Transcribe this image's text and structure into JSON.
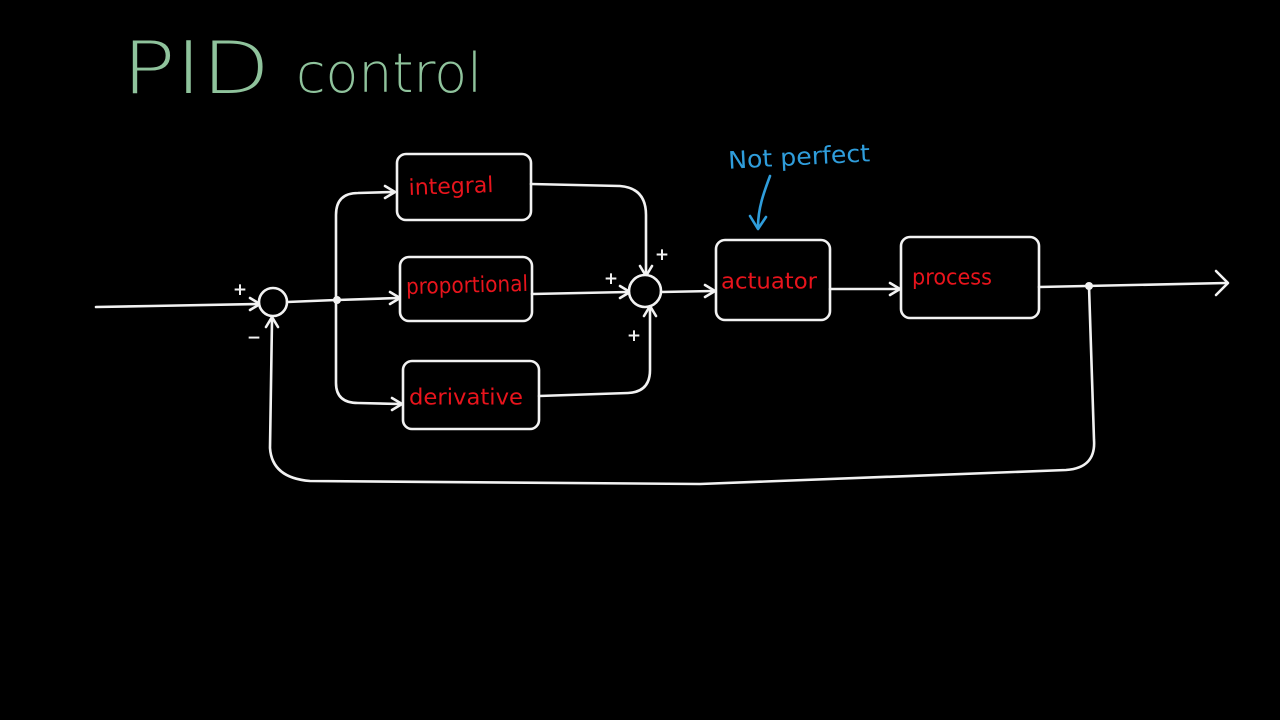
{
  "title": {
    "main": "PID",
    "sub": "control"
  },
  "annotation": {
    "text": "Not perfect",
    "color": "#2f9ddb"
  },
  "blocks": {
    "integral": "integral",
    "proportional": "proportional",
    "derivative": "derivative",
    "actuator": "actuator",
    "process": "process"
  },
  "signs": {
    "error_plus": "+",
    "error_minus": "−",
    "sum_integral": "+",
    "sum_proportional": "+",
    "sum_derivative": "+"
  },
  "colors": {
    "background": "#000000",
    "lines": "#f2f2f2",
    "block_text": "#e8141c",
    "title": "#8fc39c",
    "annotation": "#2f9ddb"
  }
}
